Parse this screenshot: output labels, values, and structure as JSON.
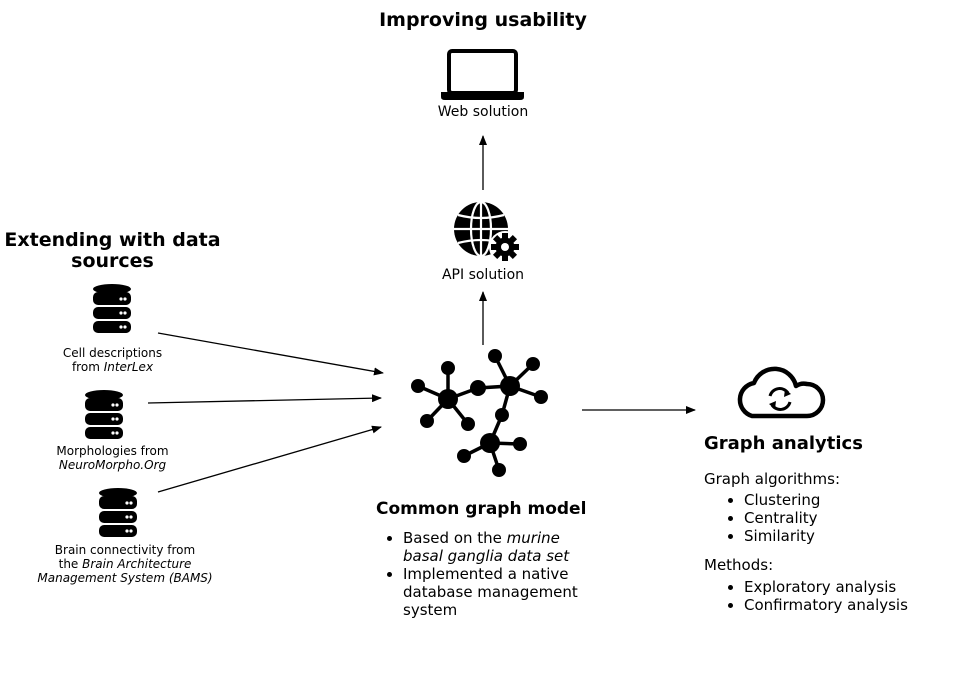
{
  "usability": {
    "title": "Improving usability",
    "web_label": "Web solution",
    "api_label": "API solution"
  },
  "extending": {
    "title_line1": "Extending with data",
    "title_line2": "sources",
    "sources": [
      {
        "line1": "Cell descriptions",
        "line2_prefix": "from ",
        "line2_italic": "InterLex"
      },
      {
        "line1": "Morphologies from",
        "line2_italic": "NeuroMorpho.Org"
      },
      {
        "line1": "Brain connectivity from",
        "line2_prefix": "the ",
        "line2_italic": "Brain Architecture",
        "line3_italic": "Management System (BAMS)"
      }
    ]
  },
  "graph_model": {
    "title": "Common graph model",
    "bullet1_prefix": "Based on the ",
    "bullet1_italic_a": "murine",
    "bullet1_italic_b": "basal ganglia data set",
    "bullet2_line1": "Implemented a native",
    "bullet2_line2": "database management",
    "bullet2_line3": "system"
  },
  "analytics": {
    "title": "Graph analytics",
    "algorithms_heading": "Graph algorithms:",
    "algorithms": [
      "Clustering",
      "Centrality",
      "Similarity"
    ],
    "methods_heading": "Methods:",
    "methods": [
      "Exploratory analysis",
      "Confirmatory analysis"
    ]
  },
  "icons": [
    "laptop-icon",
    "globe-gear-icon",
    "database-icon",
    "network-graph-icon",
    "cloud-sync-icon"
  ]
}
